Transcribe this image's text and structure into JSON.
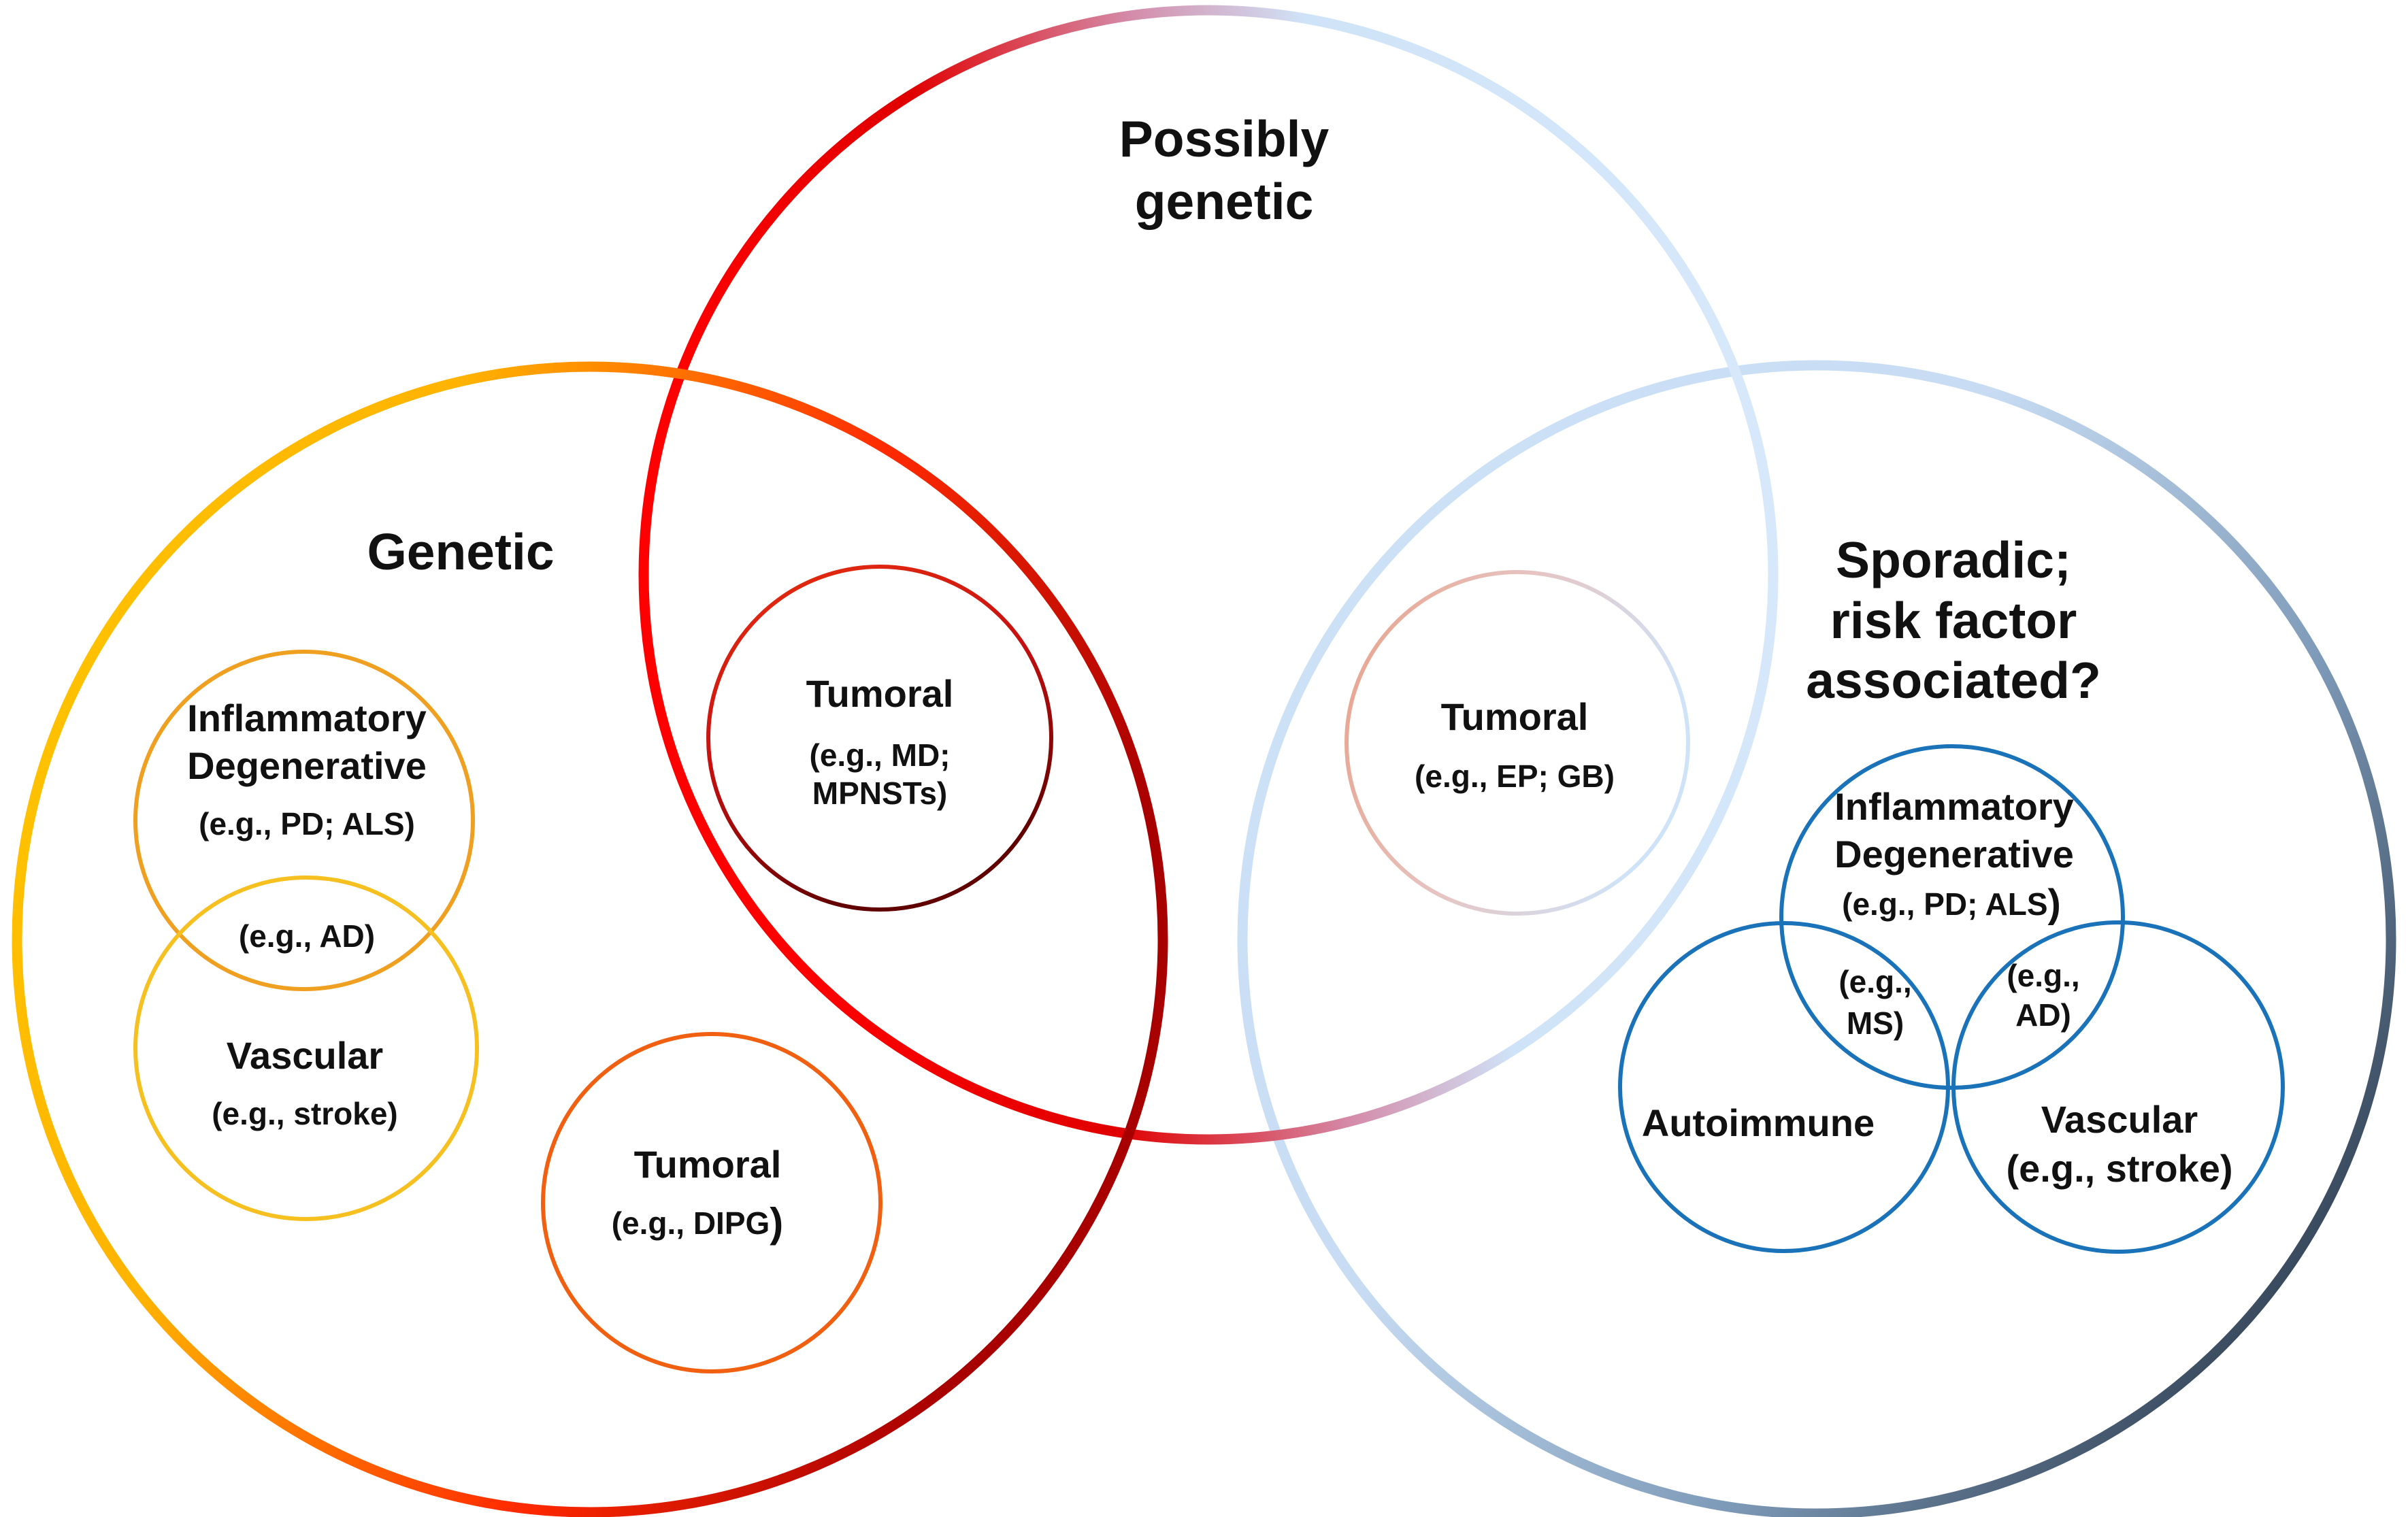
{
  "groups": {
    "genetic": {
      "title": "Genetic",
      "inflammatory_line1": "Inflammatory",
      "inflammatory_line2": "Degenerative",
      "inflammatory_example": "(e.g., PD; ALS)",
      "overlap_example": "(e.g., AD)",
      "vascular_title": "Vascular",
      "vascular_example": "(e.g., stroke)",
      "tumoral_title": "Tumoral",
      "tumoral_example": "(e.g., DIPG",
      "tumoral_example_paren": ")"
    },
    "genetic_possibly_overlap": {
      "tumoral_title": "Tumoral",
      "tumoral_example_line1": "(e.g., MD;",
      "tumoral_example_line2": "MPNSTs)"
    },
    "possibly_genetic": {
      "title_line1": "Possibly",
      "title_line2": "genetic"
    },
    "possibly_sporadic_overlap": {
      "tumoral_title": "Tumoral",
      "tumoral_example": "(e.g., EP; GB)"
    },
    "sporadic": {
      "title_line1": "Sporadic;",
      "title_line2": "risk factor",
      "title_line3": "associated?",
      "inflammatory_line1": "Inflammatory",
      "inflammatory_line2": "Degenerative",
      "inflammatory_example": "(e.g., PD; ALS",
      "inflammatory_example_paren": ")",
      "ms_line1": "(e.g.,",
      "ms_line2": "MS)",
      "ad_line1": "(e.g.,",
      "ad_line2": "AD)",
      "autoimmune_title": "Autoimmune",
      "vascular_title": "Vascular",
      "vascular_example": "(e.g., stroke)"
    }
  },
  "colors": {
    "genetic_gradient": [
      "#ffc800",
      "#ff9a00",
      "#ff2a00",
      "#a80000"
    ],
    "possibly_gradient": [
      "#a00000",
      "#ff0a0a",
      "#d08aa8",
      "#cfe3f8"
    ],
    "sporadic_gradient": [
      "#cfe3f8",
      "#8fb0d0",
      "#3a4a5e"
    ],
    "orange_circle": "#f0a020",
    "yellow_circle": "#f5c020",
    "tumoral_orange": "#f06010",
    "tumoral_red": "#e02010",
    "tumoral_darkred": "#6a0000",
    "sporadic_blue": "#1a72b8",
    "tumoral_peach": "#e8a890",
    "tumoral_lightblue": "#cfe3f8"
  }
}
